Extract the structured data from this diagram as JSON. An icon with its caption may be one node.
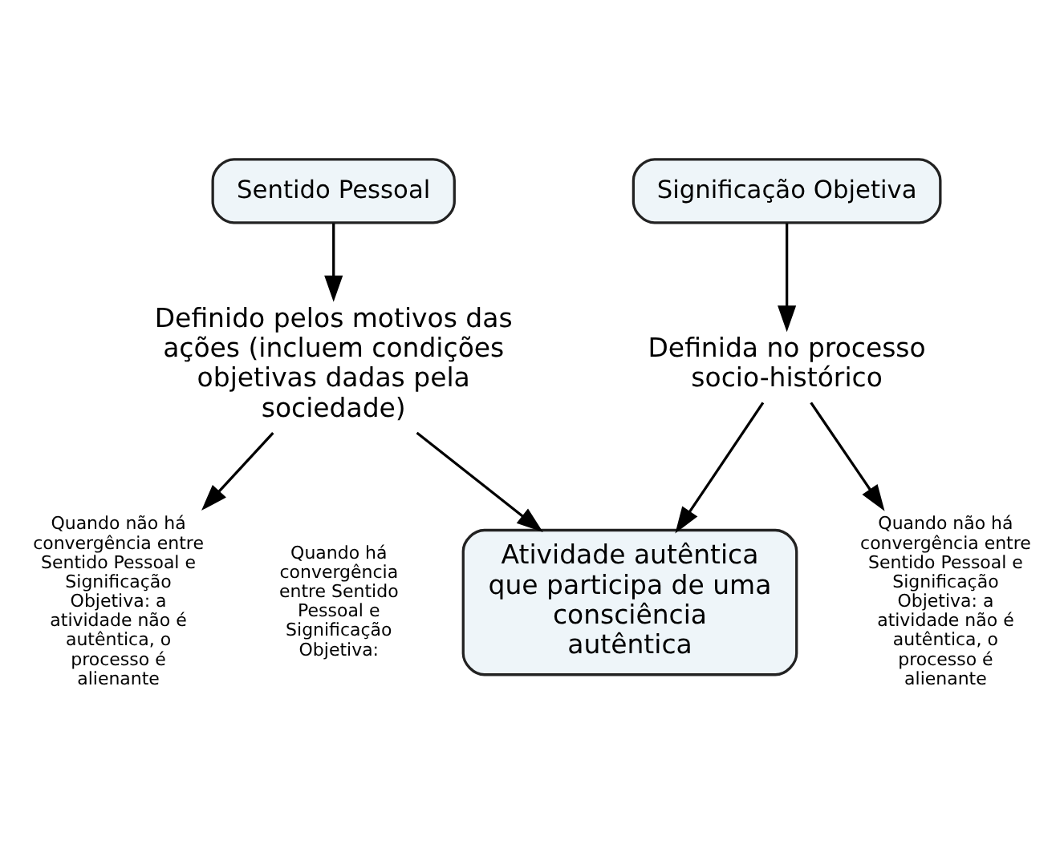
{
  "diagram": {
    "nodes": [
      {
        "text": [
          "Sentido Pessoal"
        ]
      },
      {
        "text": [
          "Significação Objetiva"
        ]
      },
      {
        "text": [
          "Definido pelos motivos das ações (incluem condições objetivas dadas pela sociedade)"
        ]
      },
      {
        "text": [
          "Definida no processo socio-histórico"
        ]
      },
      {
        "text": [
          "Quando não há convergência entre Sentido Pessoal e Significação Objetiva: a atividade não é autêntica, o processo é alienante"
        ]
      },
      {
        "text": [
          "Atividade autêntica que participa de uma consciência autêntica"
        ]
      },
      {
        "text": [
          "Quando não há convergência entre Sentido Pessoal e Significação Objetiva: a atividade não é autêntica, o processo é alienante"
        ]
      }
    ],
    "edges": [
      {
        "from": 0,
        "to": 2,
        "arrow": "to"
      },
      {
        "from": 1,
        "to": 3,
        "arrow": "to"
      },
      {
        "from": 2,
        "to": 4,
        "arrow": "to"
      },
      {
        "from": 2,
        "to": 5,
        "arrow": "to"
      },
      {
        "from": 3,
        "to": 5,
        "arrow": "to"
      },
      {
        "from": 3,
        "to": 6,
        "arrow": "to"
      }
    ],
    "labels": [
      "Quando há convergência entre Sentido Pessoal e Significação Objetiva:"
    ]
  }
}
